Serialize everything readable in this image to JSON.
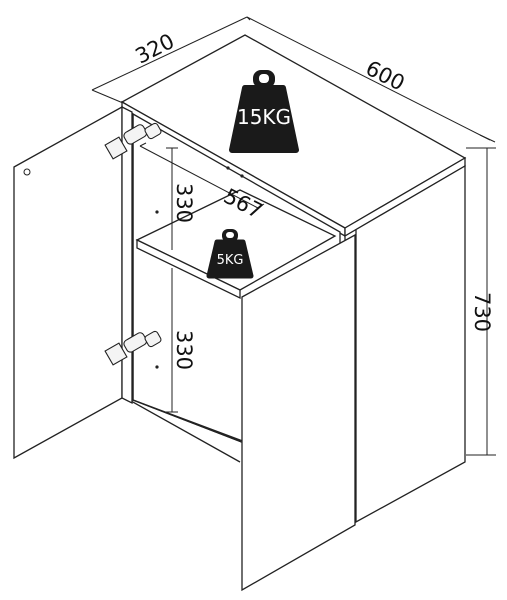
{
  "dimensions": {
    "depth": "320",
    "width": "600",
    "height": "730",
    "inner_width": "567",
    "upper_compartment": "330",
    "lower_compartment": "330"
  },
  "weights": {
    "top_load": "15KG",
    "shelf_load": "5KG"
  },
  "colors": {
    "line": "#222222",
    "weight_fill": "#1a1a1a"
  },
  "icons": [
    "weight-icon",
    "hinge-icon"
  ]
}
